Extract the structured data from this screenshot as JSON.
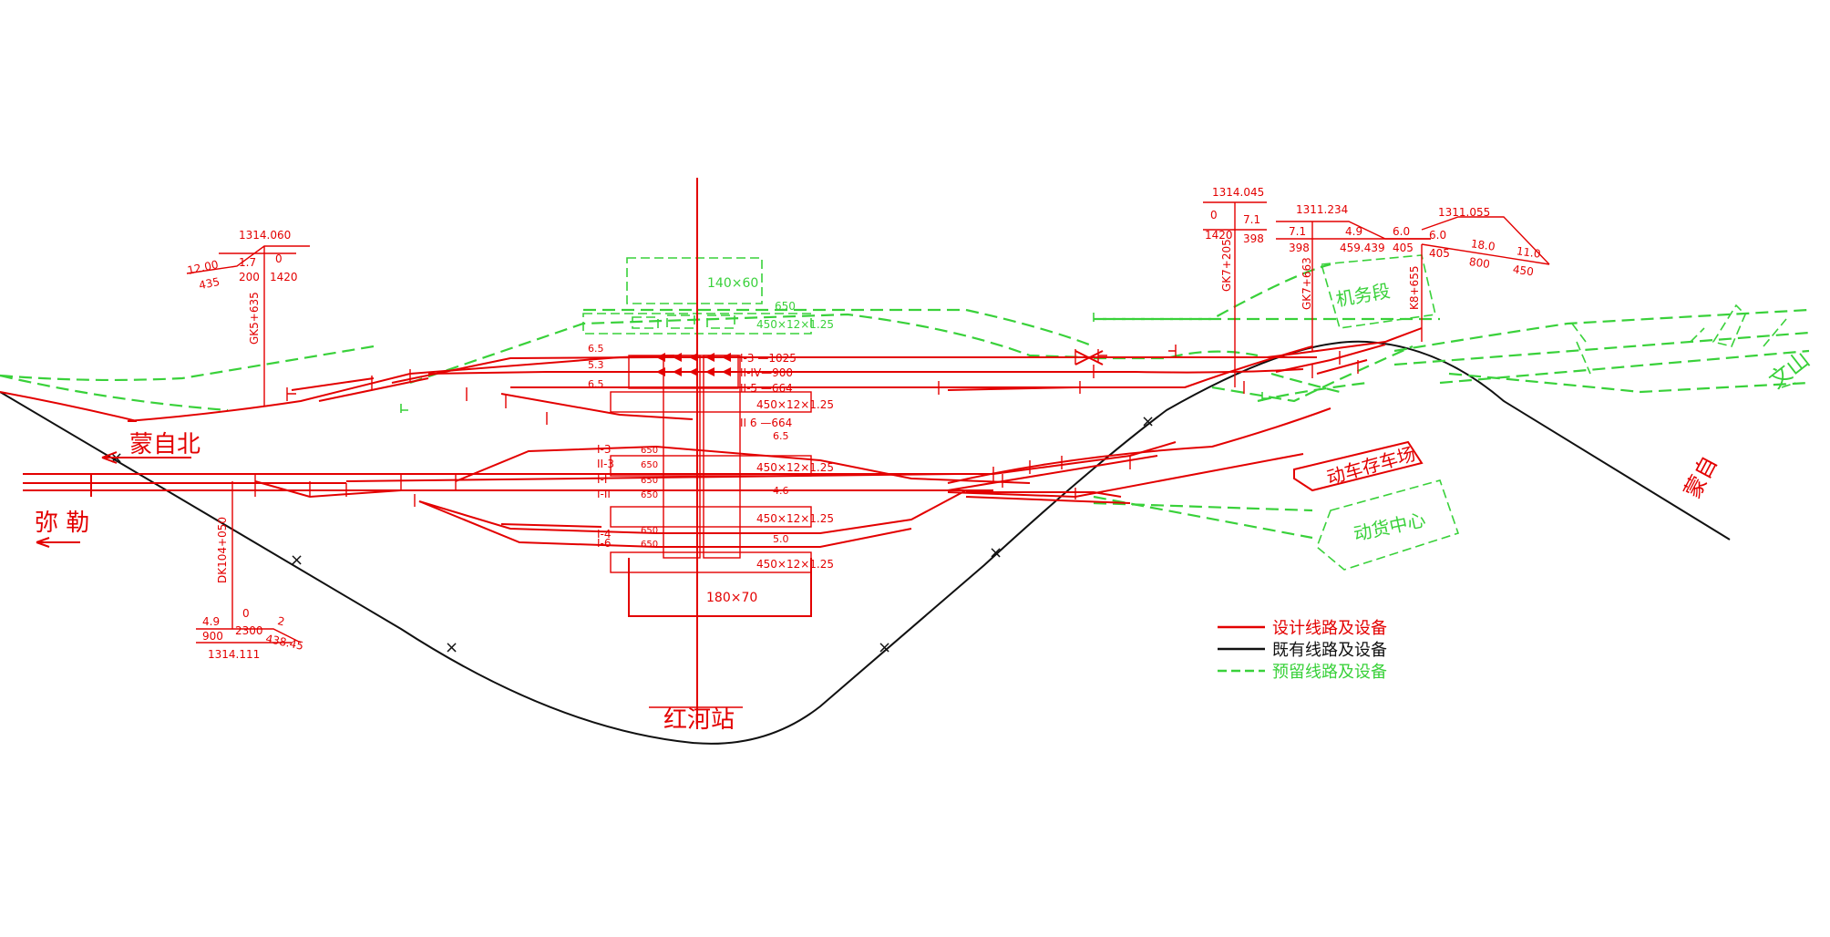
{
  "station": {
    "name": "红河站"
  },
  "directions": {
    "mile": "弥 勒",
    "mengzibei": "蒙自北",
    "mengzi": "蒙自",
    "wenshan": "文山"
  },
  "facilities": {
    "jiwuduan": "机务段",
    "dongche_cunche": "动车存车场",
    "donghuo_zhongxin": "动货中心",
    "square_top": "140×60",
    "square_bottom": "180×70"
  },
  "tracks": {
    "t_i3": "I-3 —1025",
    "t_iiiv": "II-IV—900",
    "t_ii5": "II-5 —664",
    "t_ii6": "II 6 —664",
    "t_top": "650",
    "t_i3b": "I-3",
    "t_ii3": "II-3",
    "t_i": "I-I",
    "t_ii": "I-II",
    "t_i4": "I-4",
    "t_i6": "I-6",
    "len_a": "650",
    "len_b": "650",
    "len_c": "650",
    "len_d": "650",
    "len_e": "650",
    "len_f": "650"
  },
  "platforms": {
    "p1": "450×12×1.25",
    "p2": "450×12×1.25",
    "p3": "450×12×1.25",
    "p4": "450×12×1.25",
    "p5": "450×12×1.25"
  },
  "track_spacing": {
    "s1": "6.5",
    "s2": "5.3",
    "s3": "6.5",
    "s4": "6.5",
    "s5": "4.6",
    "s6": "5.0"
  },
  "profiles": {
    "p_left_top": {
      "elev": "1314.060",
      "g1": "12.00",
      "l1": "435",
      "g2": "1.7",
      "l2": "200",
      "g3": "0",
      "l3": "1420",
      "mileage": "GK5+635"
    },
    "p_mid_a": {
      "elev": "1314.045",
      "g1": "0",
      "l1": "1420",
      "g2": "7.1",
      "l2": "398",
      "mileage": "GK7+205"
    },
    "p_mid_b": {
      "elev": "1311.234",
      "g1": "7.1",
      "l1": "398",
      "g2": "4.9",
      "l2": "459.439",
      "g3": "6.0",
      "l3": "405",
      "mileage": "GK7+663"
    },
    "p_right": {
      "elev": "1311.055",
      "g1": "6.0",
      "l1": "405",
      "g2": "18.0",
      "l2": "800",
      "g3": "11.0",
      "l3": "450",
      "mileage": "K8+655"
    },
    "p_bottom": {
      "elev": "1314.111",
      "g1": "4.9",
      "l1": "900",
      "g2": "0",
      "l2": "2300",
      "g3": "2",
      "l3": "438.45",
      "mileage": "DK104+050"
    }
  },
  "legend": {
    "designed": "设计线路及设备",
    "existing": "既有线路及设备",
    "reserved": "预留线路及设备"
  },
  "colors": {
    "designed": "#e30000",
    "existing": "#111111",
    "reserved": "#39d13a"
  }
}
